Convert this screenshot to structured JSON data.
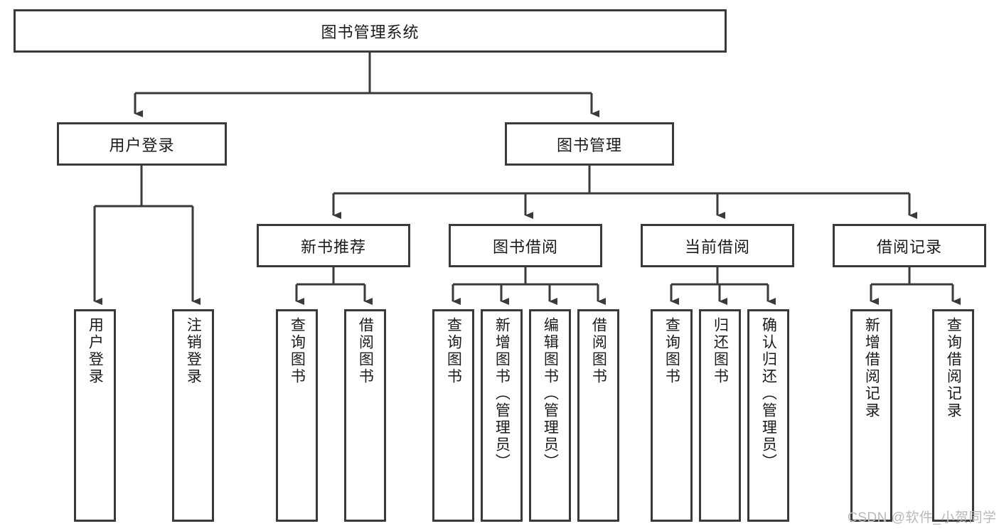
{
  "diagram": {
    "type": "hierarchy-tree",
    "title": "图书管理系统",
    "root": {
      "label": "图书管理系统"
    },
    "level2": [
      {
        "label": "用户登录"
      },
      {
        "label": "图书管理"
      }
    ],
    "level3": [
      {
        "label": "新书推荐"
      },
      {
        "label": "图书借阅"
      },
      {
        "label": "当前借阅"
      },
      {
        "label": "借阅记录"
      }
    ],
    "leaves": {
      "user_login": [
        {
          "label": "用户登录"
        },
        {
          "label": "注销登录"
        }
      ],
      "new_book_recommend": [
        {
          "label": "查询图书"
        },
        {
          "label": "借阅图书"
        }
      ],
      "book_borrow": [
        {
          "label": "查询图书"
        },
        {
          "label": "新增图书（管理员）"
        },
        {
          "label": "编辑图书（管理员）"
        },
        {
          "label": "借阅图书"
        }
      ],
      "current_borrow": [
        {
          "label": "查询图书"
        },
        {
          "label": "归还图书"
        },
        {
          "label": "确认归还（管理员）"
        }
      ],
      "borrow_record": [
        {
          "label": "新增借阅记录"
        },
        {
          "label": "查询借阅记录"
        }
      ]
    }
  },
  "watermark": {
    "text": "CSDN @软件_小贺同学"
  },
  "colors": {
    "border": "#3a3a3a",
    "text": "#1b1b1b",
    "background": "#ffffff",
    "wire": "#3a3a3a",
    "watermark": "#b9b9b9"
  }
}
